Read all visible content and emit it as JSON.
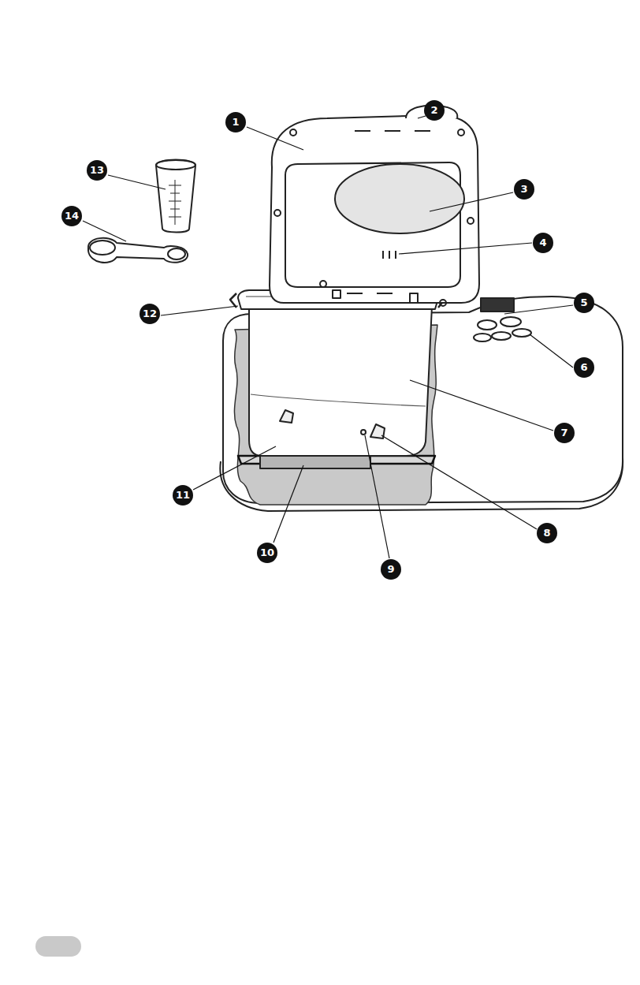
{
  "diagram": {
    "labels": [
      "1",
      "2",
      "3",
      "4",
      "5",
      "6",
      "7",
      "8",
      "9",
      "10",
      "11",
      "12",
      "13",
      "14"
    ]
  }
}
